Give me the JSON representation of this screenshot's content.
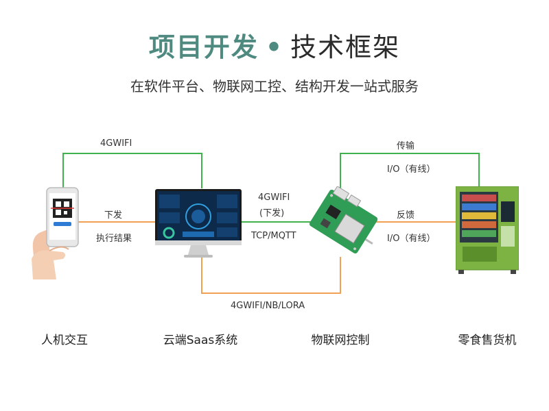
{
  "header": {
    "title_main": "项目开发",
    "title_sep": "•",
    "title_rest": "技术框架",
    "subtitle": "在软件平台、物联网工控、结构开发一站式服务"
  },
  "edges": {
    "top_left": "4GWIFI",
    "left_1": "下发",
    "left_2": "执行结果",
    "mid_1": "4GWIFI",
    "mid_2": "(下发)",
    "mid_3": "TCP/MQTT",
    "bottom": "4GWIFI/NB/LORA",
    "right_top_1": "传输",
    "right_top_2": "I/O（有线）",
    "right_1": "反馈",
    "right_2": "I/O（有线）"
  },
  "nodes": {
    "phone": "人机交互",
    "cloud": "云端Saas系统",
    "iot": "物联网控制",
    "vending": "零食售货机"
  },
  "colors": {
    "green_line": "#3fb24b",
    "orange_line": "#f0a050",
    "title_green": "#4f8a80"
  }
}
